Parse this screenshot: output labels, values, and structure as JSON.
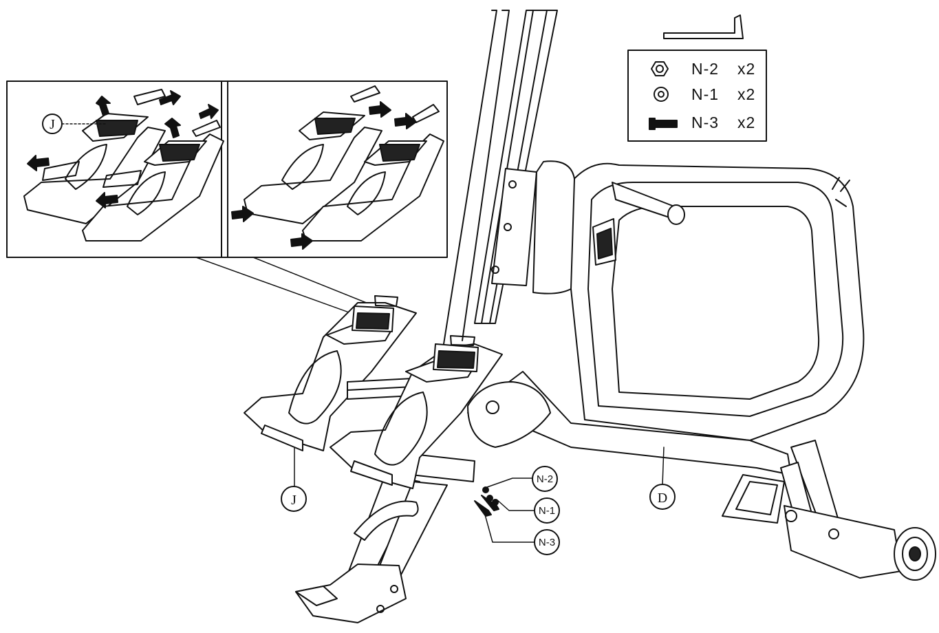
{
  "parts_legend": {
    "items": [
      {
        "icon": "cap-nut-icon",
        "label": "N-2",
        "qty": "x2"
      },
      {
        "icon": "washer-icon",
        "label": "N-1",
        "qty": "x2"
      },
      {
        "icon": "bolt-icon",
        "label": "N-3",
        "qty": "x2"
      }
    ],
    "tool_icon": "allen-key-icon"
  },
  "callouts": {
    "inset_pedal": "J",
    "pedal": "J",
    "frame": "D",
    "hw1": "N-2",
    "hw2": "N-1",
    "hw3": "N-3"
  }
}
